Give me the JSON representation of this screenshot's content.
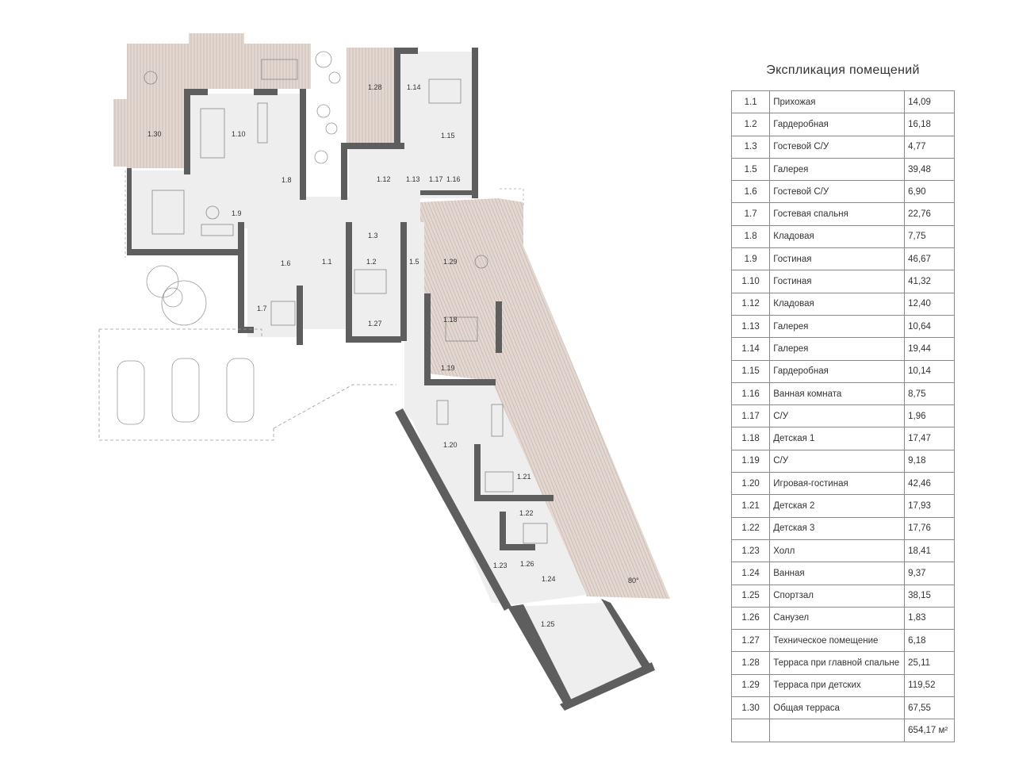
{
  "legend": {
    "title": "Экспликация помещений",
    "rows": [
      {
        "num": "1.1",
        "name": "Прихожая",
        "area": "14,09"
      },
      {
        "num": "1.2",
        "name": "Гардеробная",
        "area": "16,18"
      },
      {
        "num": "1.3",
        "name": "Гостевой С/У",
        "area": "4,77"
      },
      {
        "num": "1.5",
        "name": "Галерея",
        "area": "39,48"
      },
      {
        "num": "1.6",
        "name": "Гостевой С/У",
        "area": "6,90"
      },
      {
        "num": "1.7",
        "name": "Гостевая спальня",
        "area": "22,76"
      },
      {
        "num": "1.8",
        "name": "Кладовая",
        "area": "7,75"
      },
      {
        "num": "1.9",
        "name": "Гостиная",
        "area": "46,67"
      },
      {
        "num": "1.10",
        "name": "Гостиная",
        "area": "41,32"
      },
      {
        "num": "1.12",
        "name": "Кладовая",
        "area": "12,40"
      },
      {
        "num": "1.13",
        "name": "Галерея",
        "area": "10,64"
      },
      {
        "num": "1.14",
        "name": "Галерея",
        "area": "19,44"
      },
      {
        "num": "1.15",
        "name": "Гардеробная",
        "area": "10,14"
      },
      {
        "num": "1.16",
        "name": "Ванная комната",
        "area": "8,75"
      },
      {
        "num": "1.17",
        "name": "С/У",
        "area": "1,96"
      },
      {
        "num": "1.18",
        "name": "Детская 1",
        "area": "17,47"
      },
      {
        "num": "1.19",
        "name": "С/У",
        "area": "9,18"
      },
      {
        "num": "1.20",
        "name": "Игровая-гостиная",
        "area": "42,46"
      },
      {
        "num": "1.21",
        "name": "Детская 2",
        "area": "17,93"
      },
      {
        "num": "1.22",
        "name": "Детская 3",
        "area": "17,76"
      },
      {
        "num": "1.23",
        "name": "Холл",
        "area": "18,41"
      },
      {
        "num": "1.24",
        "name": "Ванная",
        "area": "9,37"
      },
      {
        "num": "1.25",
        "name": "Спортзал",
        "area": "38,15"
      },
      {
        "num": "1.26",
        "name": "Санузел",
        "area": "1,83"
      },
      {
        "num": "1.27",
        "name": "Техническое помещение",
        "area": "6,18"
      },
      {
        "num": "1.28",
        "name": "Терраса при главной спальне",
        "area": "25,11"
      },
      {
        "num": "1.29",
        "name": "Терраса при детских",
        "area": "119,52"
      },
      {
        "num": "1.30",
        "name": "Общая терраса",
        "area": "67,55"
      }
    ],
    "total": {
      "num": "",
      "name": "",
      "area": "654,17 м²"
    }
  },
  "plan": {
    "room_labels": [
      "1.1",
      "1.2",
      "1.3",
      "1.5",
      "1.6",
      "1.7",
      "1.8",
      "1.9",
      "1.10",
      "1.12",
      "1.13",
      "1.14",
      "1.15",
      "1.16",
      "1.17",
      "1.18",
      "1.19",
      "1.20",
      "1.21",
      "1.22",
      "1.23",
      "1.24",
      "1.25",
      "1.26",
      "1.27",
      "1.28",
      "1.29",
      "1.30"
    ],
    "angle_note": "80°",
    "colors": {
      "wall": "#5e5e5e",
      "floor": "#ececec",
      "terrace": "#d9ccc4",
      "hatch": "#bfb0a6",
      "line": "#777777"
    }
  }
}
